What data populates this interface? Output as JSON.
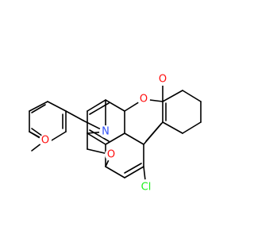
{
  "diagram": {
    "type": "chemical-structure",
    "colors": {
      "bond": "#000000",
      "oxygen": "#ff0d0d",
      "nitrogen": "#3050f8",
      "chlorine": "#1ff01f"
    },
    "atom_labels": {
      "o_carbonyl": "O",
      "o_lactone": "O",
      "n_amine": "N",
      "o_oxazine": "O",
      "o_methoxy": "O",
      "cl": "Cl"
    }
  }
}
